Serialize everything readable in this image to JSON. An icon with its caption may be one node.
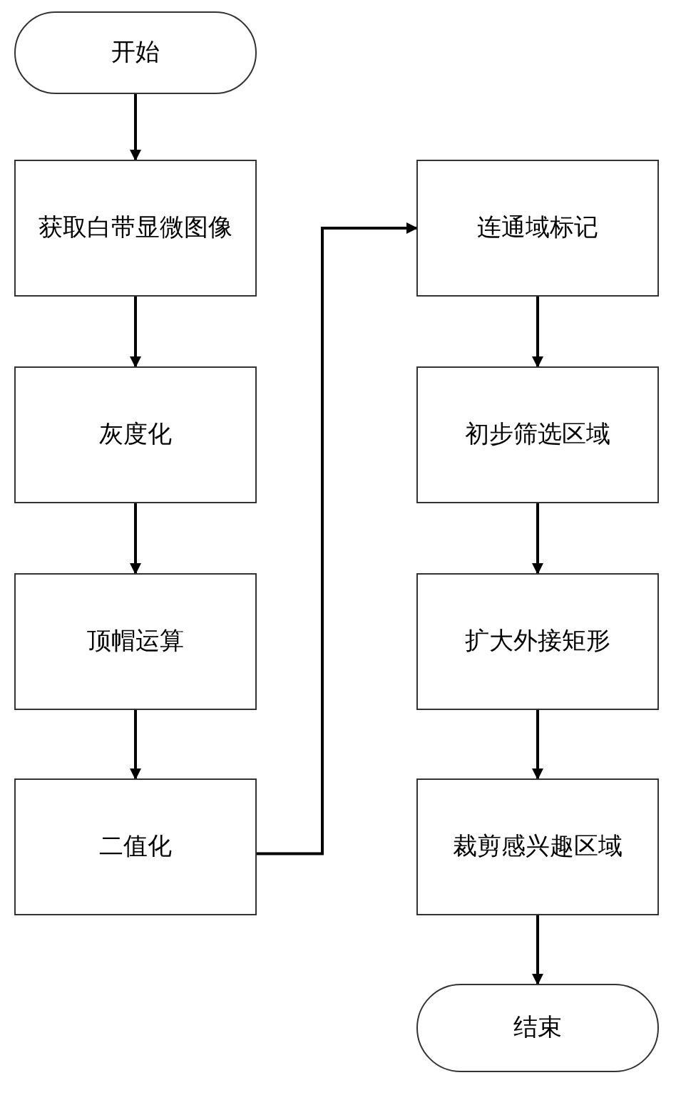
{
  "diagram": {
    "nodes": [
      {
        "text": [
          "开始"
        ]
      },
      {
        "text": [
          "获取白带显微图像"
        ]
      },
      {
        "text": [
          "灰度化"
        ]
      },
      {
        "text": [
          "顶帽运算"
        ]
      },
      {
        "text": [
          "二值化"
        ]
      },
      {
        "text": [
          "连通域标记"
        ]
      },
      {
        "text": [
          "初步筛选区域"
        ]
      },
      {
        "text": [
          "扩大外接矩形"
        ]
      },
      {
        "text": [
          "裁剪感兴趣区域"
        ]
      },
      {
        "text": [
          "结束"
        ]
      }
    ],
    "edges": [
      {
        "from": 0,
        "to": 1,
        "arrow": "to"
      },
      {
        "from": 1,
        "to": 2,
        "arrow": "to"
      },
      {
        "from": 2,
        "to": 3,
        "arrow": "to"
      },
      {
        "from": 3,
        "to": 4,
        "arrow": "to"
      },
      {
        "from": 4,
        "to": 5,
        "arrow": "to"
      },
      {
        "from": 5,
        "to": 6,
        "arrow": "to"
      },
      {
        "from": 6,
        "to": 7,
        "arrow": "to"
      },
      {
        "from": 7,
        "to": 8,
        "arrow": "to"
      },
      {
        "from": 8,
        "to": 9,
        "arrow": "to"
      }
    ]
  }
}
